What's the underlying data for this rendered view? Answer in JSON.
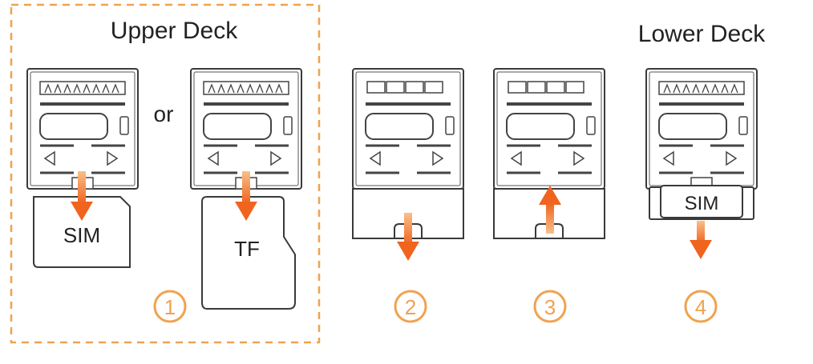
{
  "labels": {
    "upper_deck": "Upper Deck",
    "lower_deck": "Lower Deck",
    "or": "or",
    "sim": "SIM",
    "tf": "TF",
    "sim_tray": "SIM"
  },
  "steps": [
    "1",
    "2",
    "3",
    "4"
  ],
  "colors": {
    "accent": "#f0a250",
    "arrow": "#f0641e",
    "outline": "#3a3a3a",
    "text": "#222222"
  }
}
